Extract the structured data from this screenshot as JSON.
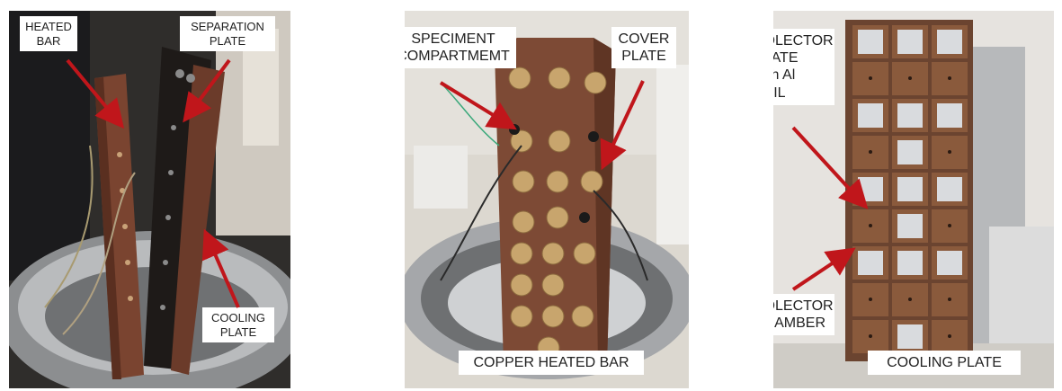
{
  "panels": [
    {
      "name": "heated-bar-assembly",
      "labels": {
        "heated_bar": [
          "HEATED",
          "BAR"
        ],
        "separation_plate": [
          "SEPARATION",
          "PLATE"
        ],
        "cooling_plate": [
          "COOLING",
          "PLATE"
        ]
      }
    },
    {
      "name": "copper-heated-bar",
      "labels": {
        "specimen_compartment": [
          "SPECIMENT",
          "COMPARTMEMT"
        ],
        "cover_plate": [
          "COVER",
          "PLATE"
        ],
        "caption": "COPPER HEATED BAR"
      }
    },
    {
      "name": "cooling-plate",
      "labels": {
        "collector_plate": [
          "COLECTOR",
          "PLATE",
          "with Al",
          "FOIL"
        ],
        "collector_chamber": [
          "COLECTOR",
          "CHAMBER"
        ],
        "caption": "COOLING PLATE"
      }
    }
  ],
  "colors": {
    "arrow": "#c0161b",
    "copper": "#7a4430",
    "steel": "#b7b9bb",
    "background_lab": "#d9d4cc"
  }
}
